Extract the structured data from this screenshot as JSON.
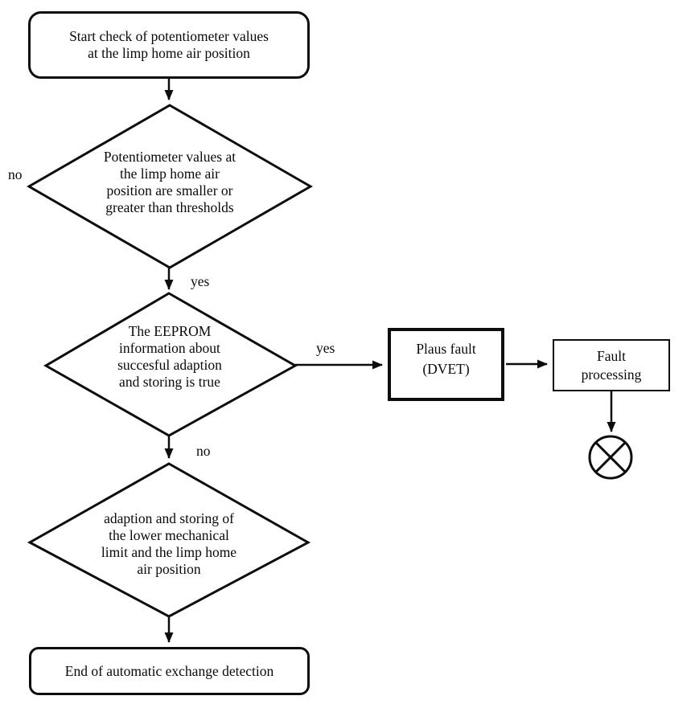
{
  "page": {
    "background_color": "#ffffff",
    "line_color": "#0d0d0d"
  },
  "nodes": {
    "start": {
      "label": "Start check of potentiometer values\nat the limp home air position"
    },
    "decision1": {
      "label": "Potentiometer values at\nthe limp home air\nposition are smaller or\ngreater than thresholds"
    },
    "decision2": {
      "label": "The EEPROM\ninformation about\nsuccesful adaption\nand storing is true"
    },
    "plaus_fault": {
      "label": "Plaus fault\n(DVET)"
    },
    "fault_processing": {
      "label": "Fault\nprocessing"
    },
    "decision3": {
      "label": "adaption and storing of\nthe lower mechanical\nlimit and the limp home\nair position"
    },
    "end": {
      "label": "End of automatic exchange detection"
    }
  },
  "edge_labels": {
    "decision1_no": "no",
    "decision1_yes": "yes",
    "decision2_yes": "yes",
    "decision2_no": "no"
  }
}
